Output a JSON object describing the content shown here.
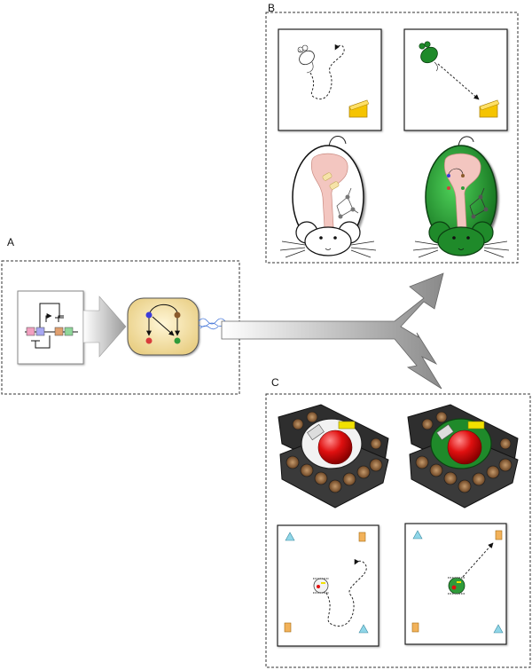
{
  "panels": {
    "a": {
      "label": "A"
    },
    "b": {
      "label": "B"
    },
    "c": {
      "label": "C"
    }
  },
  "colors": {
    "organism_green": "#1f8a2a",
    "organism_green_light": "#3fbf4a",
    "cheese": "#f5c400",
    "brain_pink": "#f3c6c0",
    "cell_fill": "#f6e3a8",
    "robot_red": "#e01010",
    "robot_yellow": "#f1e100",
    "marker_blue": "#8fd6e8",
    "marker_orange": "#f2b25a",
    "gate_red": "#d93b3b",
    "gate_blue": "#3b3bd9",
    "gate_brown": "#8a5a2b",
    "gate_green": "#2f9b3a"
  }
}
